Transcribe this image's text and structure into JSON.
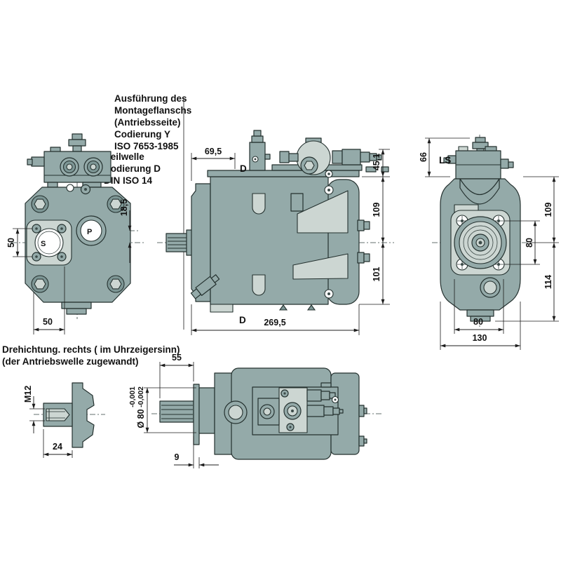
{
  "title": "Hydraulic axial piston pump technical drawing",
  "colors": {
    "body": "#94aaa9",
    "light": "#ccd6d2",
    "dark": "#7d9695",
    "outline": "#24312f",
    "dim": "#1c1c1c",
    "bg": "#ffffff"
  },
  "notes": {
    "flange": {
      "lines": [
        "Ausführung des",
        "Montageflanschs",
        "(Antriebsseite)",
        "Codierung Y",
        "ISO 7653-1985"
      ]
    },
    "spline": {
      "lines": [
        "Keilwelle",
        "Codierung D",
        "DIN ISO 14"
      ]
    },
    "rotation": {
      "lines": [
        "Drehichtung. rechts ( im Uhrzeigersinn)",
        "(der Antriebswelle zugewandt)"
      ]
    }
  },
  "front": {
    "dim_bolt_spacing": "50",
    "dim_p_offset": "18,5",
    "dim_bottom": "50",
    "port_s_label": "S",
    "port_p_label": "P"
  },
  "side": {
    "dim_flange_to_d": "69,5",
    "d_top": "D",
    "d_bottom": "D",
    "dim_valve_height": "45,1",
    "dim_top_half": "109",
    "dim_bottom_half": "101",
    "dim_overall_length": "269,5"
  },
  "rear": {
    "dim_valve_height": "66",
    "ls_label": "LS",
    "dim_top_half": "109",
    "dim_bolt_spacing": "80",
    "dim_bottom_half": "114",
    "dim_foot_width": "80",
    "dim_overall_width": "130"
  },
  "shaft": {
    "thread_label": "M12",
    "dim_length": "24"
  },
  "top": {
    "dim_shaft_length": "55",
    "dia_label": "Ø 80",
    "tol_upper": "-0,001",
    "tol_lower": "-0,002",
    "dim_plate": "9"
  }
}
